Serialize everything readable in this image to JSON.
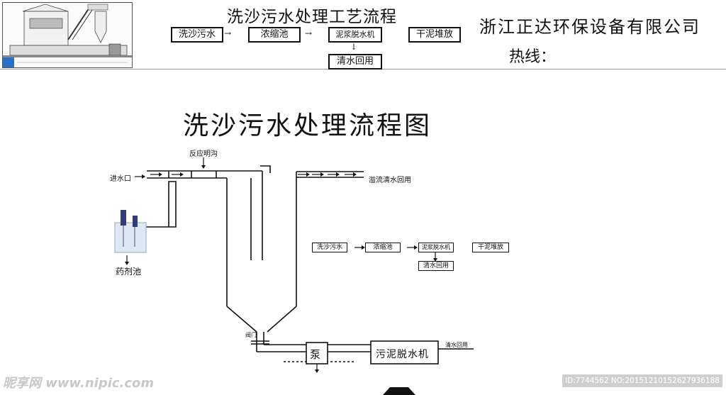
{
  "header": {
    "title": "洗沙污水处理工艺流程",
    "company": "浙江正达环保设备有限公司",
    "hotline": "热线：",
    "flow": {
      "step1": "洗沙污水",
      "step2": "浓缩池",
      "step3": "泥浆脱水机",
      "step4": "干泥堆放",
      "step5": "清水回用"
    }
  },
  "diagram": {
    "title": "洗沙污水处理流程图",
    "inlet": "进水口",
    "channel": "反应明沟",
    "overflow": "溢流清水回用",
    "dosing_tank": "药剂池",
    "valve": "阀门",
    "pump": "泵",
    "dewater": "污泥脱水机",
    "clean_return": "清水回用",
    "flow": {
      "step1": "洗沙污水",
      "step2": "浓缩池",
      "step3": "泥浆脱水机",
      "step4": "干泥堆放",
      "step5": "清水回用"
    }
  },
  "watermark": {
    "site": "昵享网 www.nipic.com",
    "id": "ID:7744562 NO:20151210152627936188"
  }
}
